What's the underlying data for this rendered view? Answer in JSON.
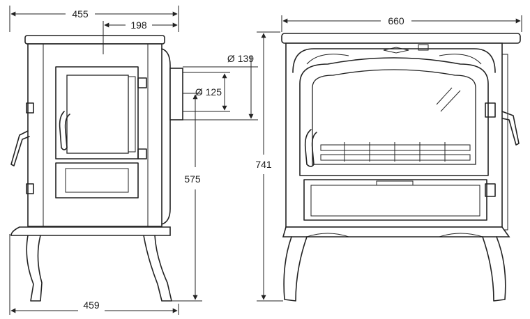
{
  "dimensions": {
    "side_width_top": "455",
    "side_offset_flue": "198",
    "flue_outer_diameter": "Ø 139",
    "flue_inner_diameter": "Ø 125",
    "flue_height": "575",
    "side_width_bottom": "459",
    "front_width": "660",
    "total_height": "741"
  }
}
